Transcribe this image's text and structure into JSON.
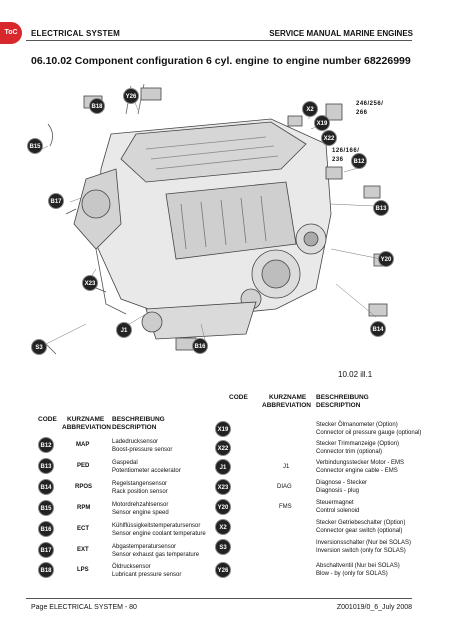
{
  "header": {
    "toc": "ToC",
    "left": "ELECTRICAL SYSTEM",
    "right": "SERVICE MANUAL MARINE ENGINES"
  },
  "section": {
    "title": "06.10.02  Component configuration 6 cyl. engine",
    "right": "to engine number 68226999"
  },
  "illustration": {
    "number": "10.02 ill.1",
    "callouts": [
      "B18",
      "Y26",
      "X2",
      "X19",
      "X22",
      "B12",
      "B15",
      "B17",
      "B13",
      "Y20",
      "X23",
      "J1",
      "B14",
      "S3",
      "B16"
    ],
    "numbers": [
      "246/256/",
      "266",
      "126/166/",
      "236"
    ]
  },
  "table_left": {
    "head": {
      "code": "CODE",
      "kurz": "KURZNAME",
      "abbr": "ABBREVIATION",
      "besch": "BESCHREIBUNG",
      "desc": "DESCRIPTION"
    },
    "rows": [
      {
        "code": "B12",
        "abbr": "MAP",
        "de": "Ladedrucksensor",
        "en": "Boost-pressure sensor"
      },
      {
        "code": "B13",
        "abbr": "PED",
        "de": "Gaspedal",
        "en": "Potentiometer accelerator"
      },
      {
        "code": "B14",
        "abbr": "RPOS",
        "de": "Regelstangensensor",
        "en": "Rack position sensor"
      },
      {
        "code": "B15",
        "abbr": "RPM",
        "de": "Motordrehzahlsensor",
        "en": "Sensor engine speed"
      },
      {
        "code": "B16",
        "abbr": "ECT",
        "de": "Kühlflüssigkeitstemperatursensor",
        "en": "Sensor engine coolant temperature"
      },
      {
        "code": "B17",
        "abbr": "EXT",
        "de": "Abgastemperatursensor",
        "en": "Sensor exhaust gas temperature"
      },
      {
        "code": "B18",
        "abbr": "LPS",
        "de": "Öldrucksensor",
        "en": "Lubricant pressure sensor"
      }
    ]
  },
  "table_right": {
    "head": {
      "code": "CODE",
      "kurz": "KURZNAME",
      "abbr": "ABBREVIATION",
      "besch": "BESCHREIBUNG",
      "desc": "DESCRIPTION"
    },
    "rows": [
      {
        "code": "X19",
        "abbr": "",
        "de": "Stecker Öl­manometer (Option)",
        "en": "Connector oil pressure gauge (optional)"
      },
      {
        "code": "X22",
        "abbr": "",
        "de": "Stecker Trimmanzeige (Option)",
        "en": "Connector trim (optional)"
      },
      {
        "code": "J1",
        "abbr": "J1",
        "de": "Verbindungsstecker Motor - EMS",
        "en": "Connector engine cable - EMS"
      },
      {
        "code": "X23",
        "abbr": "DIAG",
        "de": "Diagnose - Stecker",
        "en": "Diagnosis - plug"
      },
      {
        "code": "Y20",
        "abbr": "FMS",
        "de": "Steuermagnet",
        "en": "Control solenoid"
      },
      {
        "code": "X2",
        "abbr": "",
        "de": "Stecker Getriebeschalter (Option)",
        "en": "Connector gear switch (optional)"
      },
      {
        "code": "S3",
        "abbr": "",
        "de": "Inversionsschalter (Nur bei SOLAS)",
        "en": "Inversion switch (only for SOLAS)"
      },
      {
        "code": "Y26",
        "abbr": "",
        "de": "Abschaltventil (Nur bei SOLAS)",
        "en": "Blow - by (only for SOLAS)"
      }
    ]
  },
  "footer": {
    "left": "Page ELECTRICAL SYSTEM - 80",
    "right": "Z001019/0_6_July 2008"
  }
}
